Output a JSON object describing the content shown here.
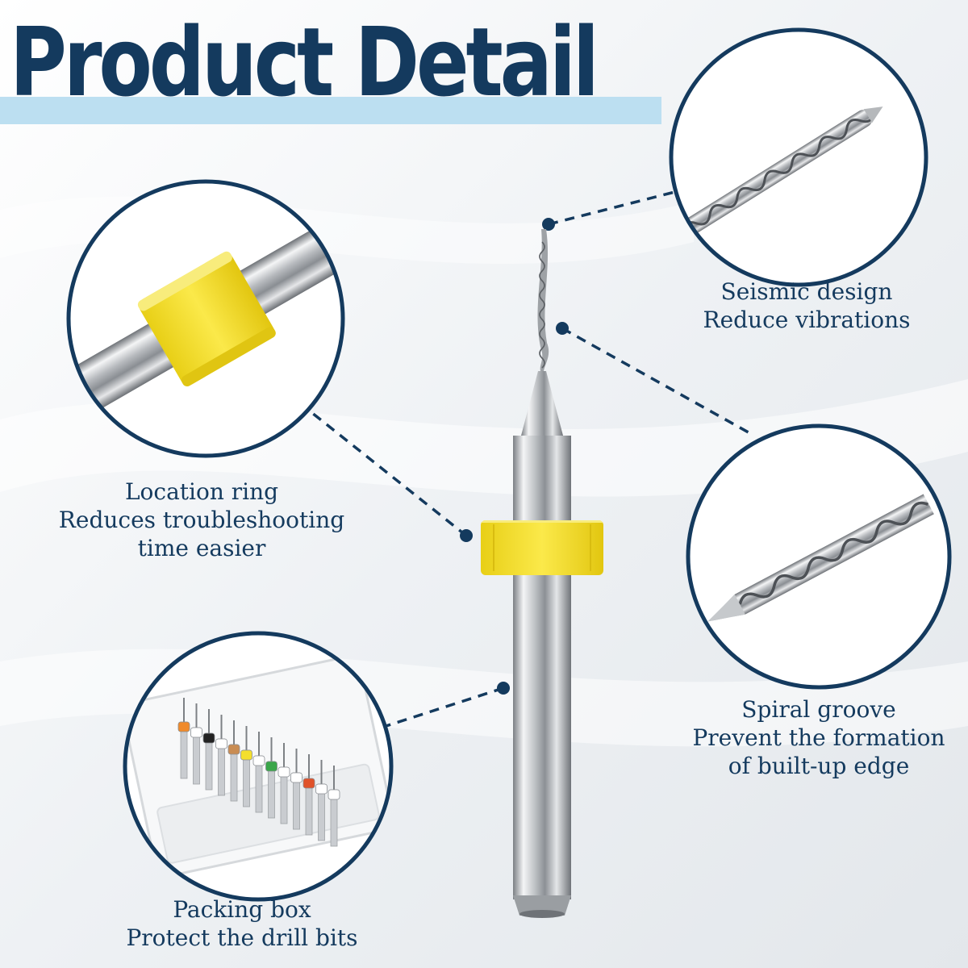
{
  "title": "Product Detail",
  "features": {
    "seismic": [
      "Seismic design",
      "Reduce vibrations"
    ],
    "ring": [
      "Location ring",
      "Reduces troubleshooting",
      "time easier"
    ],
    "spiral": [
      "Spiral groove",
      "Prevent the formation",
      "of built-up edge"
    ],
    "box": [
      "Packing box",
      "Protect the drill bits"
    ]
  },
  "colors": {
    "navy": "#143a5e",
    "title_bar": "#bcdff1",
    "ring_yellow": "#f4df2e",
    "background": "#f3f5f7"
  },
  "icons": {
    "main_product": "micro-drill-bit-icon",
    "box_contents": "drill-bit-set-icon"
  },
  "box_bit_collars": [
    "#f08a2a",
    "#ffffff",
    "#222222",
    "#ffffff",
    "#c98c52",
    "#f4df2e",
    "#ffffff",
    "#3aa64a",
    "#ffffff",
    "#ffffff",
    "#e0522a",
    "#ffffff",
    "#ffffff"
  ]
}
